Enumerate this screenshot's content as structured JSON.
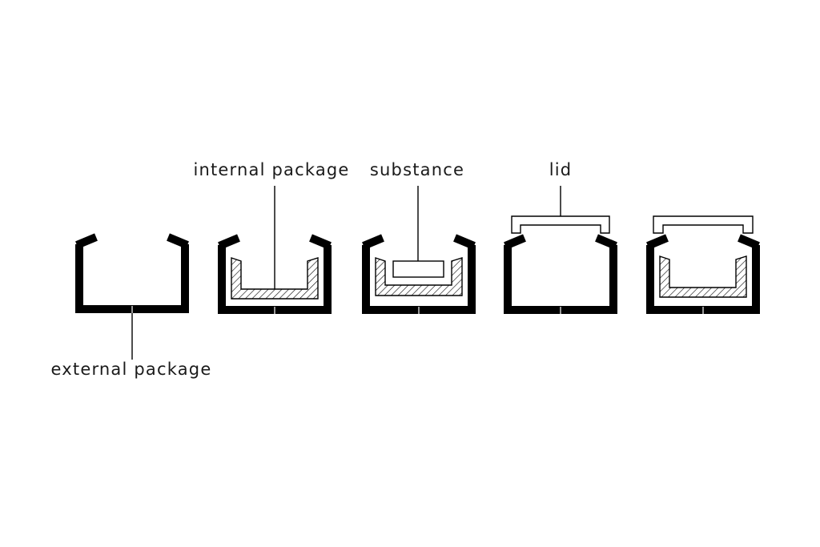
{
  "labels": {
    "external_package": "external package",
    "internal_package": "internal package",
    "substance": "substance",
    "lid": "lid"
  },
  "colors": {
    "stroke": "#000000",
    "background": "#ffffff",
    "text": "#1a1a1a"
  }
}
